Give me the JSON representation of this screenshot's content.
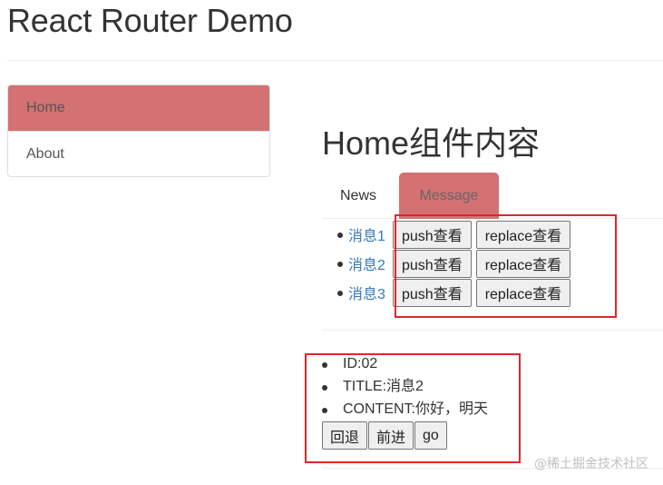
{
  "header": {
    "title": "React Router Demo"
  },
  "sidebar": {
    "items": [
      {
        "label": "Home",
        "active": true
      },
      {
        "label": "About",
        "active": false
      }
    ]
  },
  "main": {
    "title": "Home组件内容",
    "tabs": [
      {
        "label": "News",
        "active": false
      },
      {
        "label": "Message",
        "active": true
      }
    ],
    "messages": [
      {
        "link": "消息1",
        "push": "push查看",
        "replace": "replace查看"
      },
      {
        "link": "消息2",
        "push": "push查看",
        "replace": "replace查看"
      },
      {
        "link": "消息3",
        "push": "push查看",
        "replace": "replace查看"
      }
    ]
  },
  "detail": {
    "id": "ID:02",
    "title": "TITLE:消息2",
    "content": "CONTENT:你好，明天",
    "buttons": {
      "back": "回退",
      "forward": "前进",
      "go": "go"
    }
  },
  "watermark": "@稀土掘金技术社区",
  "colors": {
    "active_bg": "#d47172",
    "link": "#337ab7",
    "highlight_box": "#e0262d"
  }
}
